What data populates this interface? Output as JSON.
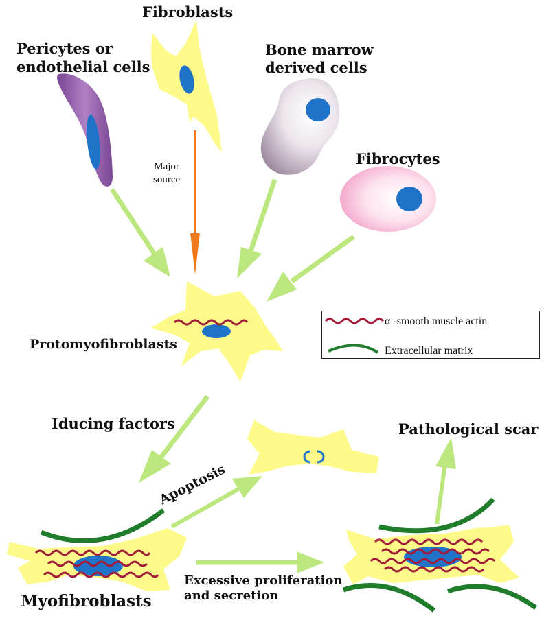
{
  "sources": {
    "fibroblasts": "Fibroblasts",
    "pericytes_line1": "Pericytes or",
    "pericytes_line2": "endothelial cells",
    "bone_marrow_line1": "Bone marrow",
    "bone_marrow_line2": "derived cells",
    "fibrocytes": "Fibrocytes",
    "major_source_line1": "Major",
    "major_source_line2": "source"
  },
  "stages": {
    "protomyofibroblasts": "Protomyofibroblasts",
    "inducing_factors": "Iducing factors",
    "myofibroblasts": "Myofibroblasts",
    "apoptosis": "Apoptosis",
    "excessive_line1": "Excessive proliferation",
    "excessive_line2": "and secretion",
    "pathological_scar": "Pathological scar"
  },
  "legend": {
    "actin": "α -smooth muscle actin",
    "ecm": "Extracellular matrix"
  },
  "colors": {
    "arrow_green": "#bce77e",
    "arrow_orange": "#f07a1e",
    "cell_yellow": "#fdfa8a",
    "nucleus_blue": "#1f73c9",
    "actin_red": "#a11c3a",
    "ecm_green": "#1e7c2a",
    "pericyte_purple": "#8d5aa3",
    "fibrocyte_pink": "#f6b9d7"
  }
}
